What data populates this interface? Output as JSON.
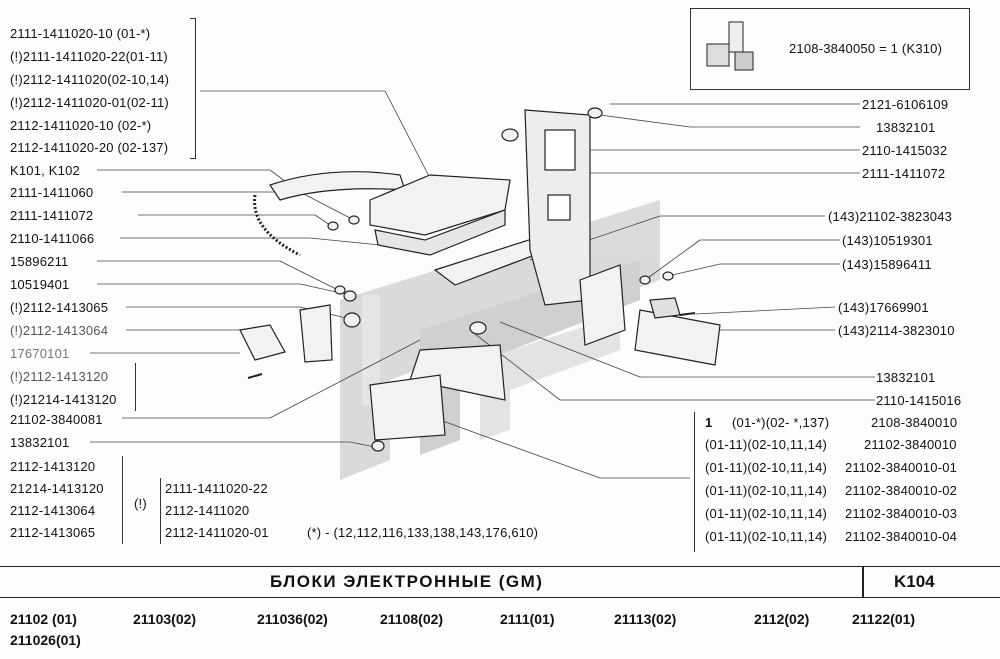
{
  "kit": {
    "label": "2108-3840050 = 1 (K310)"
  },
  "left_parts": [
    "2111-1411020-10      (01-*)",
    "(!)2111-1411020-22(01-11)",
    "(!)2112-1411020(02-10,14)",
    "(!)2112-1411020-01(02-11)",
    "2112-1411020-10      (02-*)",
    "2112-1411020-20 (02-137)",
    "K101, K102",
    "2111-1411060",
    "2111-1411072",
    "2110-1411066",
    "15896211",
    "10519401",
    "(!)2112-1413065",
    "(!)2112-1413064",
    "17670101",
    "(!)2112-1413120",
    "(!)21214-1413120",
    "21102-3840081",
    "13832101"
  ],
  "right_parts": [
    "2121-6106109",
    "13832101",
    "2110-1415032",
    "2111-1411072",
    "(143)21102-3823043",
    "(143)10519301",
    "(143)15896411",
    "(143)17669901",
    "(143)2114-3823010",
    "13832101",
    "2110-1415016"
  ],
  "variants_table": {
    "qty": "1",
    "rows": [
      {
        "cond": "(01-*)(02- *,137)",
        "part": "2108-3840010"
      },
      {
        "cond": "(01-11)(02-10,11,14)",
        "part": "21102-3840010"
      },
      {
        "cond": "(01-11)(02-10,11,14)",
        "part": "21102-3840010-01"
      },
      {
        "cond": "(01-11)(02-10,11,14)",
        "part": "21102-3840010-02"
      },
      {
        "cond": "(01-11)(02-10,11,14)",
        "part": "21102-3840010-03"
      },
      {
        "cond": "(01-11)(02-10,11,14)",
        "part": "21102-3840010-04"
      }
    ]
  },
  "bottom_group_a": [
    "2112-1413120",
    "21214-1413120",
    "2112-1413064",
    "2112-1413065"
  ],
  "bottom_group_mark": "(!)",
  "bottom_group_b": [
    "2111-1411020-22",
    "2112-1411020",
    "2112-1411020-01"
  ],
  "bottom_note": "(*)  -  (12,112,116,133,138,143,176,610)",
  "title": "БЛОКИ   ЭЛЕКТРОННЫЕ (GM)",
  "code": "K104",
  "models": [
    "21102  (01)",
    "21103(02)",
    "211036(02)",
    "21108(02)",
    "2111(01)",
    "21113(02)",
    "2112(02)",
    "21122(01)",
    "211026(01)"
  ]
}
